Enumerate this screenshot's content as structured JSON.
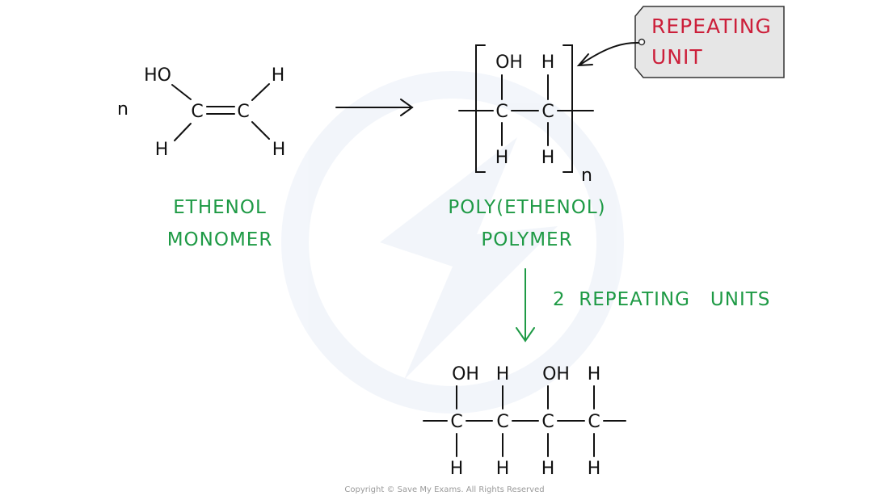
{
  "monomer": {
    "coefficient": "n",
    "atoms": {
      "oh": "HO",
      "h_top_right": "H",
      "c_left": "C",
      "c_right": "C",
      "h_bottom_left": "H",
      "h_bottom_right": "H"
    },
    "label_line1": "ETHENOL",
    "label_line2": "MONOMER"
  },
  "polymer": {
    "atoms": {
      "oh": "OH",
      "h_top": "H",
      "c1": "C",
      "c2": "C",
      "h_bottom_left": "H",
      "h_bottom_right": "H"
    },
    "subscript": "n",
    "label_line1": "POLY(ETHENOL)",
    "label_line2": "POLYMER"
  },
  "callout": {
    "line1": "REPEATING",
    "line2": "UNIT"
  },
  "step_label": "2  REPEATING   UNITS",
  "chain": {
    "top": [
      "OH",
      "H",
      "OH",
      "H"
    ],
    "carbons": [
      "C",
      "C",
      "C",
      "C"
    ],
    "bottom": [
      "H",
      "H",
      "H",
      "H"
    ]
  },
  "copyright": "Copyright © Save My Exams. All Rights Reserved",
  "colors": {
    "label_green": "#1e9a45",
    "callout_red": "#cc1f3a",
    "callout_fill": "#e6e6e6",
    "watermark": "#e9eef7"
  }
}
